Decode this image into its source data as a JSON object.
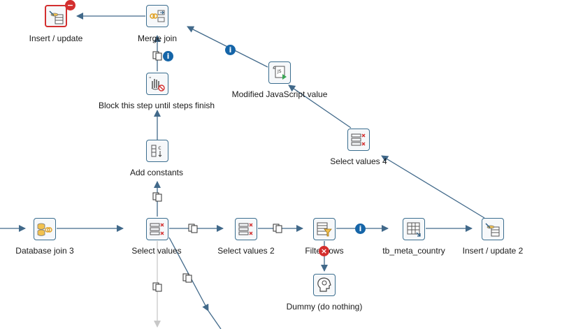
{
  "steps": [
    {
      "id": "insert-update",
      "label": "Insert / update"
    },
    {
      "id": "merge-join",
      "label": "Merge join"
    },
    {
      "id": "block-step",
      "label": "Block this step until steps finish"
    },
    {
      "id": "add-constants",
      "label": "Add constants"
    },
    {
      "id": "modified-js",
      "label": "Modified JavaScript value"
    },
    {
      "id": "select-values-4",
      "label": "Select values 4"
    },
    {
      "id": "database-join-3",
      "label": "Database join 3"
    },
    {
      "id": "select-values",
      "label": "Select values"
    },
    {
      "id": "select-values-2",
      "label": "Select values 2"
    },
    {
      "id": "filter-rows",
      "label": "Filter rows"
    },
    {
      "id": "tb-meta-country",
      "label": "tb_meta_country"
    },
    {
      "id": "insert-update-2",
      "label": "Insert / update 2"
    },
    {
      "id": "dummy",
      "label": "Dummy (do nothing)"
    }
  ],
  "badges": {
    "info": "i",
    "stop": "−",
    "false": "×"
  },
  "colors": {
    "hop": "#41698a",
    "hop_disabled": "#c8c8c8",
    "border": "#3b6e8f",
    "error": "#d32f2f",
    "info": "#1565a8"
  }
}
